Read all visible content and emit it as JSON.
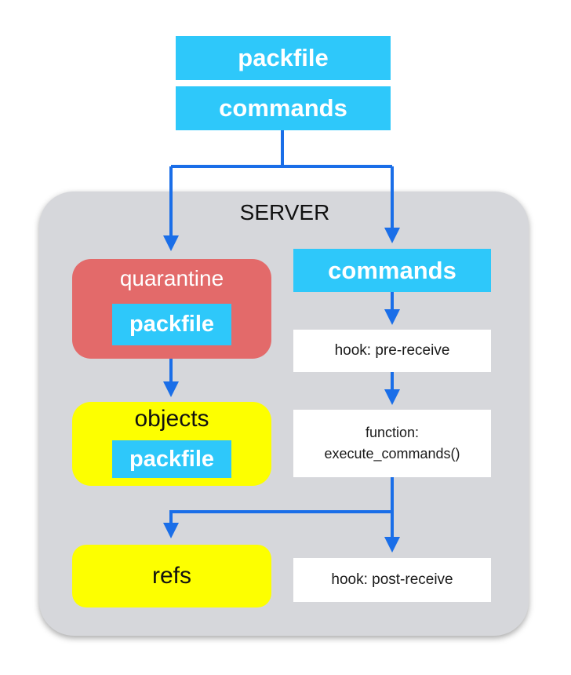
{
  "top": {
    "packfile_label": "packfile",
    "commands_label": "commands"
  },
  "server": {
    "label": "SERVER"
  },
  "quarantine": {
    "label": "quarantine",
    "packfile_label": "packfile"
  },
  "objects": {
    "label": "objects",
    "packfile_label": "packfile"
  },
  "refs": {
    "label": "refs"
  },
  "pipeline": {
    "commands_label": "commands",
    "pre_receive_label": "hook: pre-receive",
    "execute_line1": "function:",
    "execute_line2": "execute_commands()",
    "post_receive_label": "hook: post-receive"
  },
  "colors": {
    "cyan": "#2ec8fa",
    "arrow_blue": "#1a6ee8",
    "quarantine_red": "#e36a6a",
    "objects_yellow": "#fdff00",
    "server_gray": "#d6d7db"
  }
}
